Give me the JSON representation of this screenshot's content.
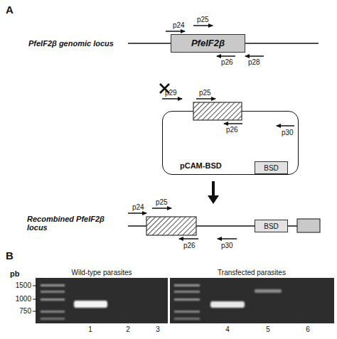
{
  "diagram": {
    "nodes": [
      {
        "text": [
          "PfeIF2β"
        ]
      },
      {
        "text": [
          "pCAM-BSD"
        ]
      },
      {
        "text": [
          "BSD"
        ],
        "in": 1
      },
      {
        "text": [
          "BSD"
        ]
      }
    ],
    "labels": [
      "A",
      "PfeIF2β genomic locus",
      "p24",
      "p25",
      "p26",
      "p28",
      "p29",
      "p25",
      "p26",
      "p30",
      "Recombined PfeIF2β locus",
      "p24",
      "p25",
      "p26",
      "p30",
      "B",
      "pb",
      "1500",
      "1000",
      "750",
      "Wild-type parasites",
      "Transfected parasites",
      "1",
      "2",
      "3",
      "4",
      "5",
      "6"
    ]
  }
}
